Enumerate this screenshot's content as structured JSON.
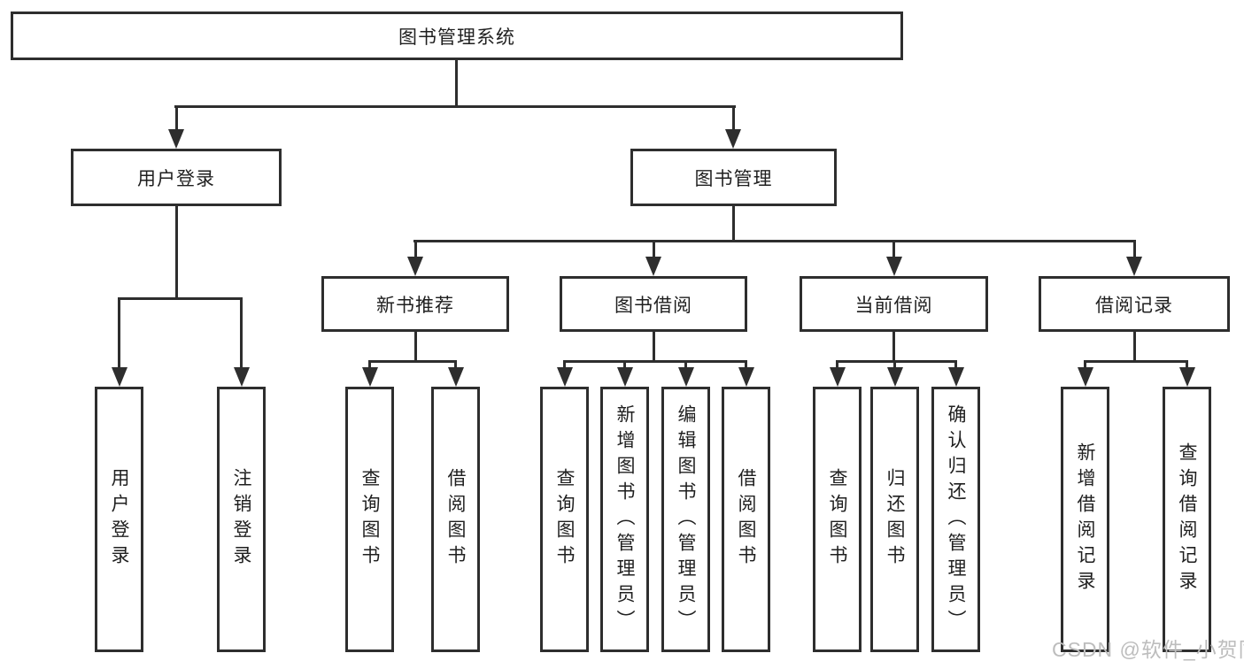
{
  "diagram": {
    "root_label": "图书管理系统",
    "level2": [
      {
        "label": "用户登录"
      },
      {
        "label": "图书管理"
      }
    ],
    "level3": [
      {
        "label": "新书推荐"
      },
      {
        "label": "图书借阅"
      },
      {
        "label": "当前借阅"
      },
      {
        "label": "借阅记录"
      }
    ],
    "leaves_user_login": [
      {
        "label": "用户登录"
      },
      {
        "label": "注销登录"
      }
    ],
    "leaves_new_book": [
      {
        "label": "查询图书"
      },
      {
        "label": "借阅图书"
      }
    ],
    "leaves_book_borrow": [
      {
        "label": "查询图书"
      },
      {
        "label": "新增图书（管理员）"
      },
      {
        "label": "编辑图书（管理员）"
      },
      {
        "label": "借阅图书"
      }
    ],
    "leaves_current_borrow": [
      {
        "label": "查询图书"
      },
      {
        "label": "归还图书"
      },
      {
        "label": "确认归还（管理员）"
      }
    ],
    "leaves_borrow_record": [
      {
        "label": "新增借阅记录"
      },
      {
        "label": "查询借阅记录"
      }
    ]
  },
  "watermark": {
    "text": "CSDN @软件_小贺同学"
  },
  "colors": {
    "line": "#2e2e2e",
    "text": "#1f1f1f",
    "watermark": "#bdbdbd",
    "background": "#ffffff"
  }
}
